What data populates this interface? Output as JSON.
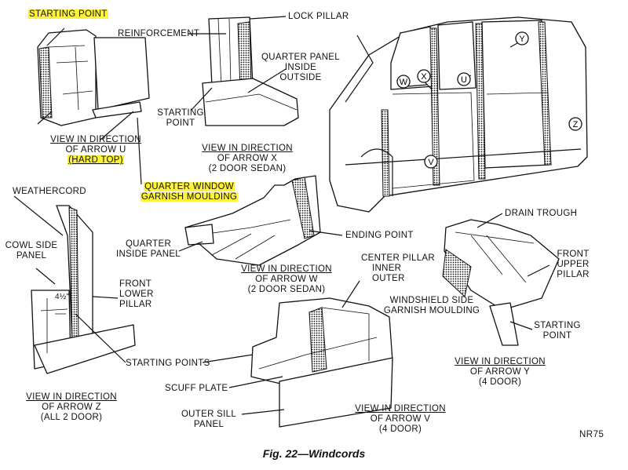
{
  "labels": {
    "starting_point_top": "STARTING POINT",
    "reinforcement": "REINFORCEMENT",
    "lock_pillar": "LOCK PILLAR",
    "quarter_panel_inside_outside": [
      "QUARTER PANEL",
      "INSIDE",
      "OUTSIDE"
    ],
    "starting_point_x": [
      "STARTING",
      "POINT"
    ],
    "view_u": [
      "VIEW IN DIRECTION",
      "OF ARROW U",
      "(HARD TOP)"
    ],
    "view_x": [
      "VIEW IN DIRECTION",
      "OF ARROW X",
      "(2 DOOR SEDAN)"
    ],
    "weathercord": "WEATHERCORD",
    "quarter_window_garnish": [
      "QUARTER WINDOW",
      "GARNISH MOULDING"
    ],
    "quarter_inside_panel": [
      "QUARTER",
      "INSIDE PANEL"
    ],
    "ending_point": "ENDING POINT",
    "view_w": [
      "VIEW IN DIRECTION",
      "OF ARROW W",
      "(2 DOOR SEDAN)"
    ],
    "cowl_side_panel": [
      "COWL SIDE",
      "PANEL"
    ],
    "front_lower_pillar": [
      "FRONT",
      "LOWER",
      "PILLAR"
    ],
    "dimension_mark": "4½\"",
    "center_pillar": [
      "CENTER PILLAR",
      "INNER",
      "OUTER"
    ],
    "drain_trough": "DRAIN TROUGH",
    "front_upper_pillar": [
      "FRONT",
      "UPPER",
      "PILLAR"
    ],
    "windshield_side_garnish": [
      "WINDSHIELD SIDE",
      "GARNISH MOULDING"
    ],
    "starting_point_y": [
      "STARTING",
      "POINT"
    ],
    "starting_points": "STARTING POINTS",
    "scuff_plate": "SCUFF PLATE",
    "outer_sill_panel": [
      "OUTER SILL",
      "PANEL"
    ],
    "view_v": [
      "VIEW IN DIRECTION",
      "OF ARROW V",
      "(4 DOOR)"
    ],
    "view_y": [
      "VIEW IN DIRECTION",
      "OF ARROW Y",
      "(4 DOOR)"
    ],
    "view_z": [
      "VIEW IN DIRECTION",
      "OF ARROW Z",
      "(ALL 2 DOOR)"
    ]
  },
  "arrow_markers": [
    "W",
    "X",
    "U",
    "Y",
    "Z",
    "V"
  ],
  "figure_code": "NR75",
  "caption": "Fig. 22—Windcords",
  "highlight_color": "#fff23a"
}
